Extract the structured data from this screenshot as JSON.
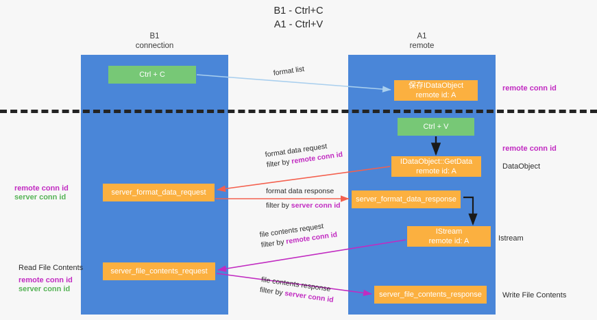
{
  "title": {
    "line1": "B1 - Ctrl+C",
    "line2": "A1 - Ctrl+V"
  },
  "columns": [
    {
      "name": "B1",
      "sub": "connection"
    },
    {
      "name": "A1",
      "sub": "remote"
    }
  ],
  "boxes": {
    "ctrl_c": "Ctrl + C",
    "ctrl_v": "Ctrl + V",
    "save_dataobject_l1": "保存IDataObject",
    "save_dataobject_l2": "remote id: A",
    "getdata_l1": "IDataObject::GetData",
    "getdata_l2": "remote id: A",
    "istream_l1": "IStream",
    "istream_l2": "remote id: A",
    "server_format_data_request": "server_format_data_request",
    "server_format_data_response": "server_format_data_response",
    "server_file_contents_request": "server_file_contents_request",
    "server_file_contents_response": "server_file_contents_response"
  },
  "wire_labels": {
    "format_list": "format list",
    "format_data_request": "format data request",
    "format_data_request_filter_prefix": "filter by ",
    "format_data_request_filter_key": "remote conn id",
    "format_data_response": "format data response",
    "format_data_response_filter_prefix": "filter by ",
    "format_data_response_filter_key": "server conn id",
    "file_contents_request": "file contents request",
    "file_contents_request_filter_prefix": "filter by ",
    "file_contents_request_filter_key": "remote conn id",
    "file_contents_response": "file contents response",
    "file_contents_response_filter_prefix": "filter by ",
    "file_contents_response_filter_key": "server conn id"
  },
  "right_labels": {
    "remote_conn_id_top": "remote conn id",
    "remote_conn_id_mid": "remote conn id",
    "dataobject": "DataObject",
    "istream": "Istream",
    "write_file_contents": "Write File Contents"
  },
  "left_labels": {
    "remote_conn_id_mid": "remote conn id",
    "server_conn_id_mid": "server conn id",
    "read_file_contents": "Read File Contents",
    "remote_conn_id_bottom": "remote conn id",
    "server_conn_id_bottom": "server conn id"
  },
  "colors": {
    "lane": "#4a86d8",
    "green_box": "#77c876",
    "orange_box": "#fbb040",
    "magenta": "#c12bc1",
    "green_text": "#56b356",
    "red_arrow": "#f4604e",
    "blue_arrow": "#a9cfee",
    "black_arrow": "#1a1a1a",
    "divider": "#232323",
    "background": "#f7f7f7"
  }
}
